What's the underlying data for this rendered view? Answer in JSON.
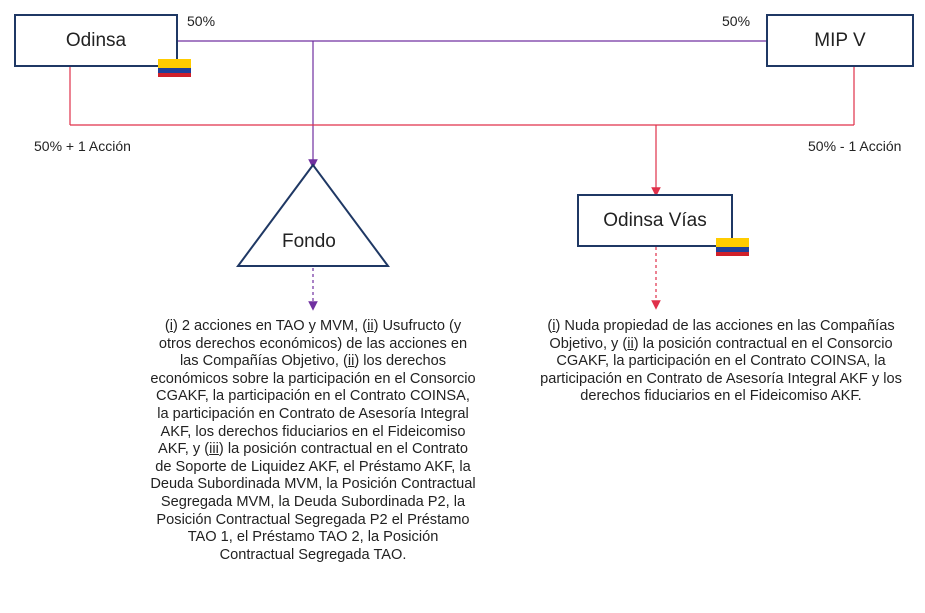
{
  "colors": {
    "box_border": "#1f3864",
    "purple_line": "#7030a0",
    "red_line": "#e0304a",
    "flag_yellow": "#ffcc00",
    "flag_blue": "#1f3f99",
    "flag_red": "#d0202a"
  },
  "nodes": {
    "odinsa": "Odinsa",
    "mipv": "MIP V",
    "fondo": "Fondo",
    "odinsa_vias": "Odinsa Vías"
  },
  "edges": {
    "odinsa_to_fondo_pct": "50%",
    "mipv_to_fondo_pct": "50%",
    "odinsa_to_vias_pct": "50% + 1 Acción",
    "mipv_to_vias_pct": "50% - 1 Acción"
  },
  "notes": {
    "fondo": [
      {
        "roman": "i",
        "text": " 2 acciones en TAO y MVM, "
      },
      {
        "roman": "ii",
        "text": " Usufructo (y otros derechos económicos) de las acciones en las Compañías Objetivo, "
      },
      {
        "roman": "ii",
        "text": " los derechos económicos sobre la participación en el Consorcio CGAKF, la participación en el Contrato COINSA, la participación en Contrato de Asesoría Integral AKF, los derechos fiduciarios en el Fideicomiso AKF,  y "
      },
      {
        "roman": "iii",
        "text": " la posición contractual en el Contrato de Soporte de Liquidez AKF, el Préstamo AKF, la Deuda Subordinada MVM, la Posición Contractual Segregada MVM, la Deuda Subordinada P2, la Posición Contractual Segregada P2 el Préstamo TAO 1, el Préstamo TAO 2, la Posición Contractual Segregada TAO."
      }
    ],
    "vias": [
      {
        "roman": "i",
        "text": " Nuda propiedad de las acciones en las Compañías Objetivo, y "
      },
      {
        "roman": "ii",
        "text": " la posición contractual en el Consorcio CGAKF, la participación en el Contrato COINSA, la participación en Contrato de Asesoría Integral AKF y los derechos fiduciarios en el Fideicomiso AKF."
      }
    ]
  }
}
